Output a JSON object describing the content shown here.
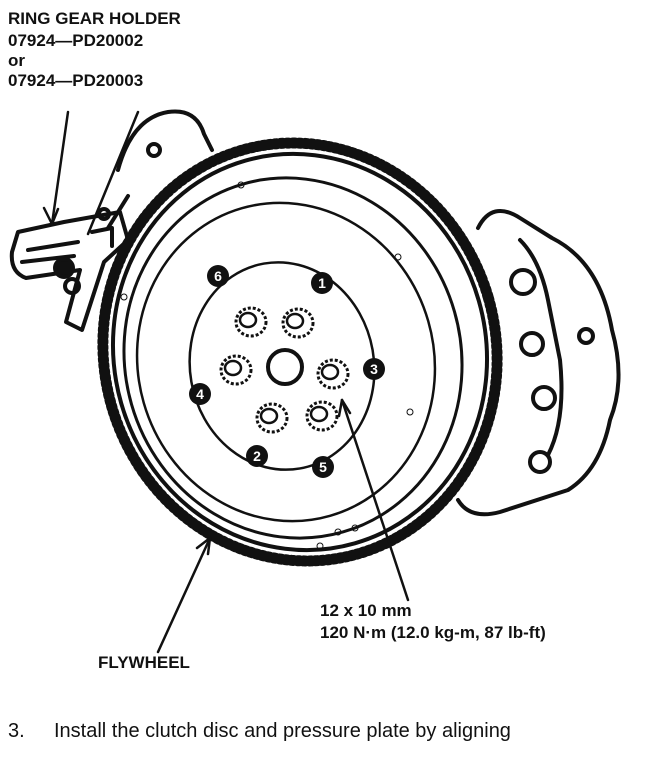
{
  "tool_label": {
    "name": "RING GEAR HOLDER",
    "part_1": "07924—PD20002",
    "or": "or",
    "part_2": "07924—PD20003"
  },
  "bolts": {
    "sequence": [
      "1",
      "2",
      "3",
      "4",
      "5",
      "6"
    ],
    "size": "12 x 10 mm",
    "torque": "120 N·m (12.0 kg-m, 87 lb-ft)"
  },
  "flywheel_label": "FLYWHEEL",
  "step": {
    "number": "3.",
    "text": "Install the clutch disc and pressure plate by aligning"
  },
  "colors": {
    "ink": "#111111",
    "paper": "#ffffff"
  }
}
